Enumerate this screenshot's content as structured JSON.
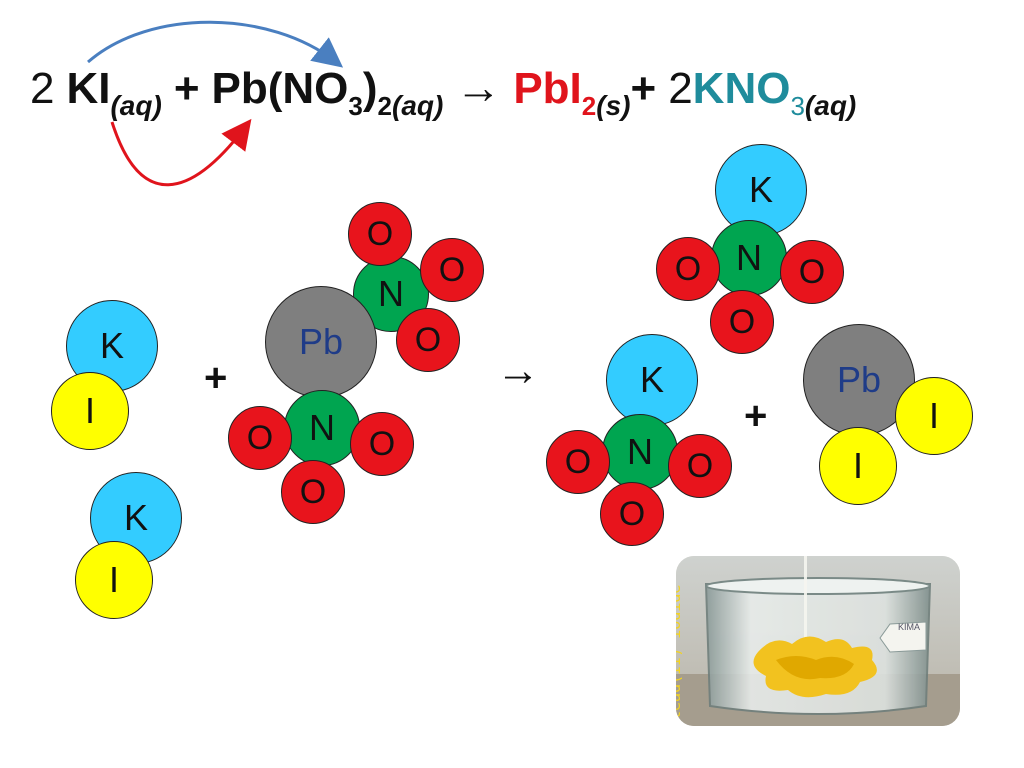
{
  "equation": {
    "coef1": "2",
    "kI": "KI",
    "aq": "(aq)",
    "plus": "+",
    "pbno3": "Pb(NO",
    "sub3": "3",
    "close": ")",
    "sub2": "2",
    "arrow": "→",
    "pbI": "PbI",
    "solid": "(s)",
    "coef2": "2",
    "kno": "KNO",
    "colors": {
      "precipitate": "#e0141c",
      "soluble_product": "#1f8c9c",
      "arrow_blue": "#4a7fc0",
      "arrow_red": "#e0141c"
    }
  },
  "atoms": {
    "potassium": "K",
    "iodine": "I",
    "lead": "Pb",
    "nitrogen": "N",
    "oxygen": "O"
  },
  "operators": {
    "plus": "+",
    "yields": "→"
  },
  "photo": {
    "caption": "lead(II) iodide",
    "beaker_label": "KIMA"
  }
}
